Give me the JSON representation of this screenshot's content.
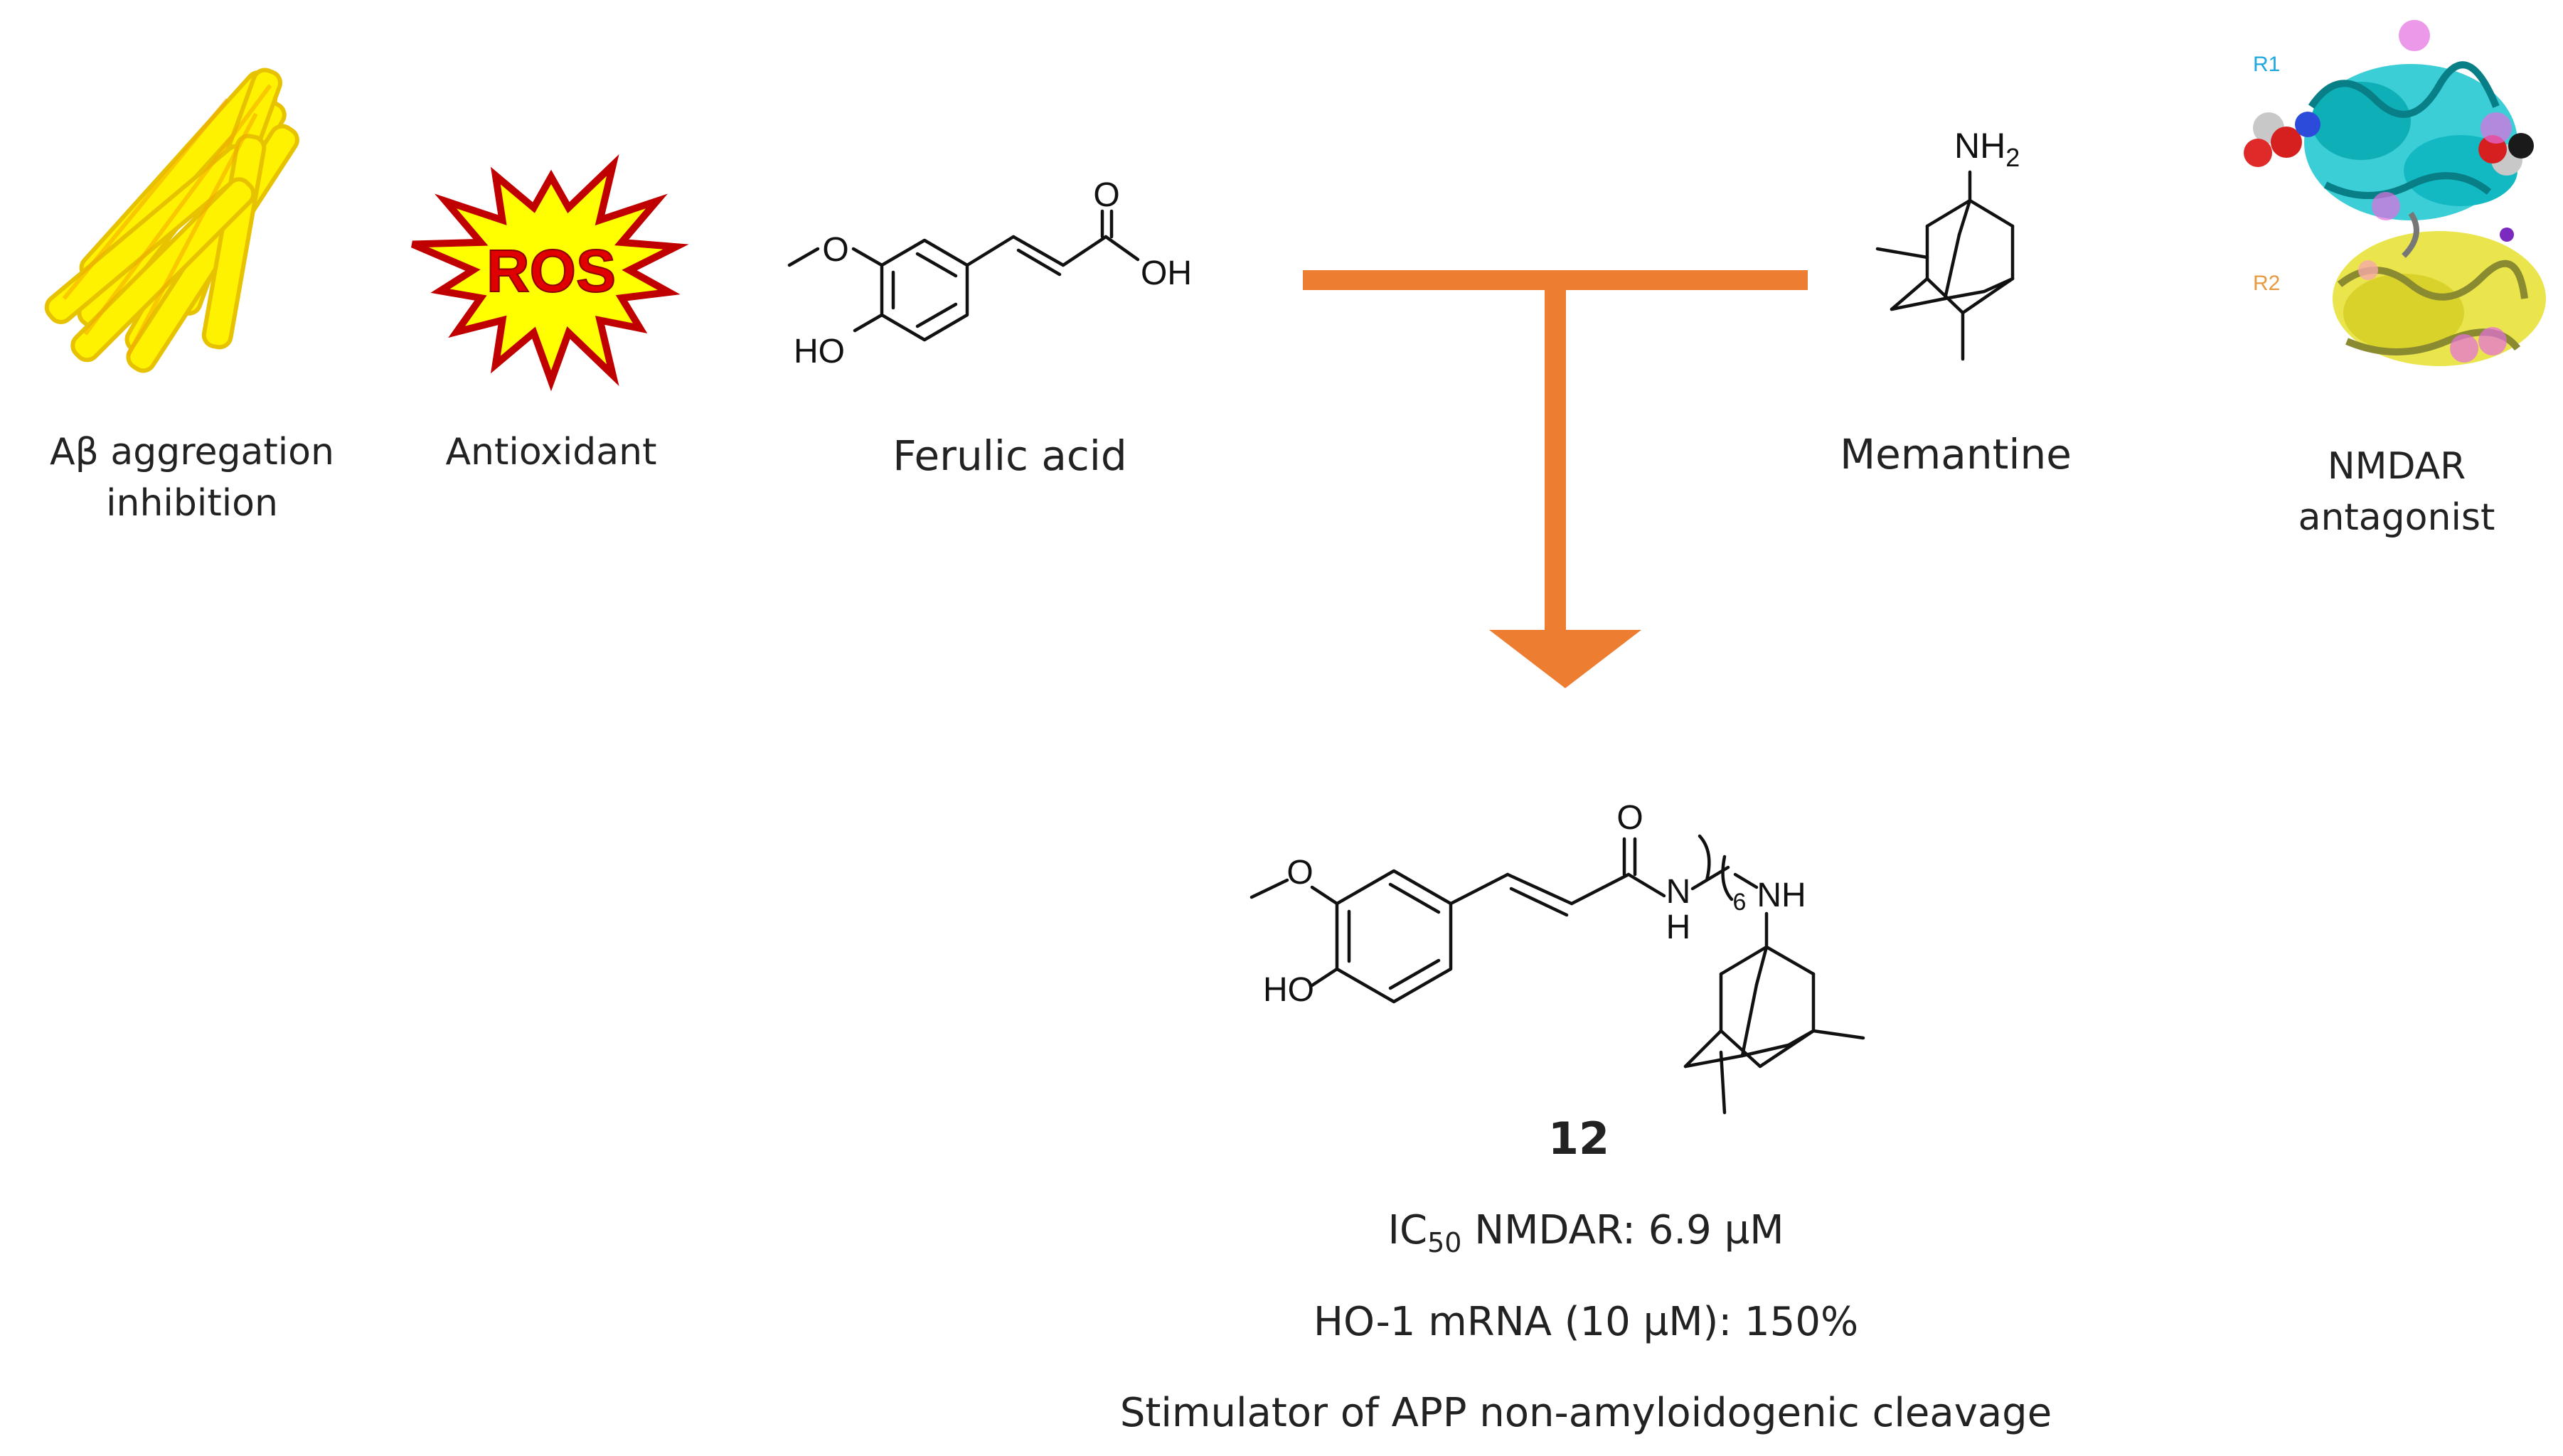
{
  "colors": {
    "arrow": "#ED7D31",
    "fibril": "#FFF200",
    "ros_star_fill": "#FFFF00",
    "ros_star_stroke": "#C00000",
    "ros_text": "#E00000"
  },
  "left": {
    "abeta_label_line1": "Aβ aggregation",
    "abeta_label_line2": "inhibition",
    "antioxidant_label": "Antioxidant",
    "ros_text": "ROS",
    "ferulic_label": "Ferulic acid",
    "ferulic_atoms": {
      "o_carbonyl": "O",
      "oh": "OH",
      "o_methoxy": "O",
      "ho": "HO"
    }
  },
  "right": {
    "memantine_label": "Memantine",
    "memantine_nh2": "NH",
    "memantine_nh2_sub": "2",
    "nmdar_label_line1": "NMDAR",
    "nmdar_label_line2": "antagonist",
    "protein_r1": "R1",
    "protein_r2": "R2"
  },
  "product": {
    "number": "12",
    "atoms": {
      "o_carbonyl": "O",
      "n": "N",
      "h": "H",
      "chain_sub": "6",
      "nh": "NH",
      "o_methoxy": "O",
      "ho": "HO"
    },
    "ic50_prefix": "IC",
    "ic50_sub": "50",
    "ic50_rest": " NMDAR: 6.9 µM",
    "ho1": "HO-1 mRNA (10 µM): 150%",
    "app": "Stimulator of APP non-amyloidogenic cleavage"
  },
  "icons": [
    "amyloid-fibril-icon",
    "ros-starburst-icon",
    "protein-structure-icon"
  ]
}
